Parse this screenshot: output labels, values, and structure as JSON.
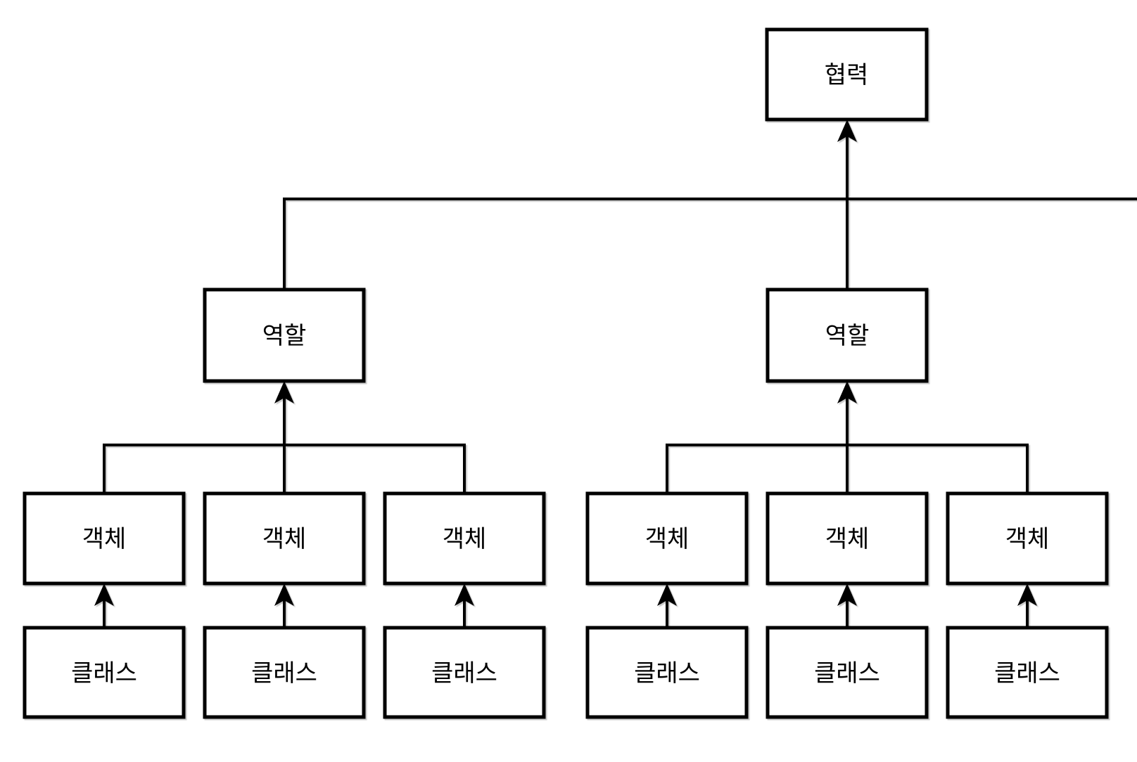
{
  "diagram": {
    "type": "hierarchy",
    "direction": "bottom-up",
    "root": {
      "label": "협력"
    },
    "roles": [
      {
        "label": "역할"
      },
      {
        "label": "역할"
      }
    ],
    "objects": [
      {
        "label": "객체"
      },
      {
        "label": "객체"
      },
      {
        "label": "객체"
      },
      {
        "label": "객체"
      },
      {
        "label": "객체"
      },
      {
        "label": "객체"
      }
    ],
    "classes": [
      {
        "label": "클래스"
      },
      {
        "label": "클래스"
      },
      {
        "label": "클래스"
      },
      {
        "label": "클래스"
      },
      {
        "label": "클래스"
      },
      {
        "label": "클래스"
      }
    ],
    "edges": [
      {
        "from": "클래스",
        "to": "객체",
        "count": 6
      },
      {
        "from": "객체",
        "to": "역할",
        "count": 6
      },
      {
        "from": "역할",
        "to": "협력",
        "count": 2
      }
    ],
    "colors": {
      "background": "#ffffff",
      "box_fill": "#ffffff",
      "box_stroke": "#000000",
      "connector": "#000000",
      "shadow": "#c8c8c8"
    }
  }
}
